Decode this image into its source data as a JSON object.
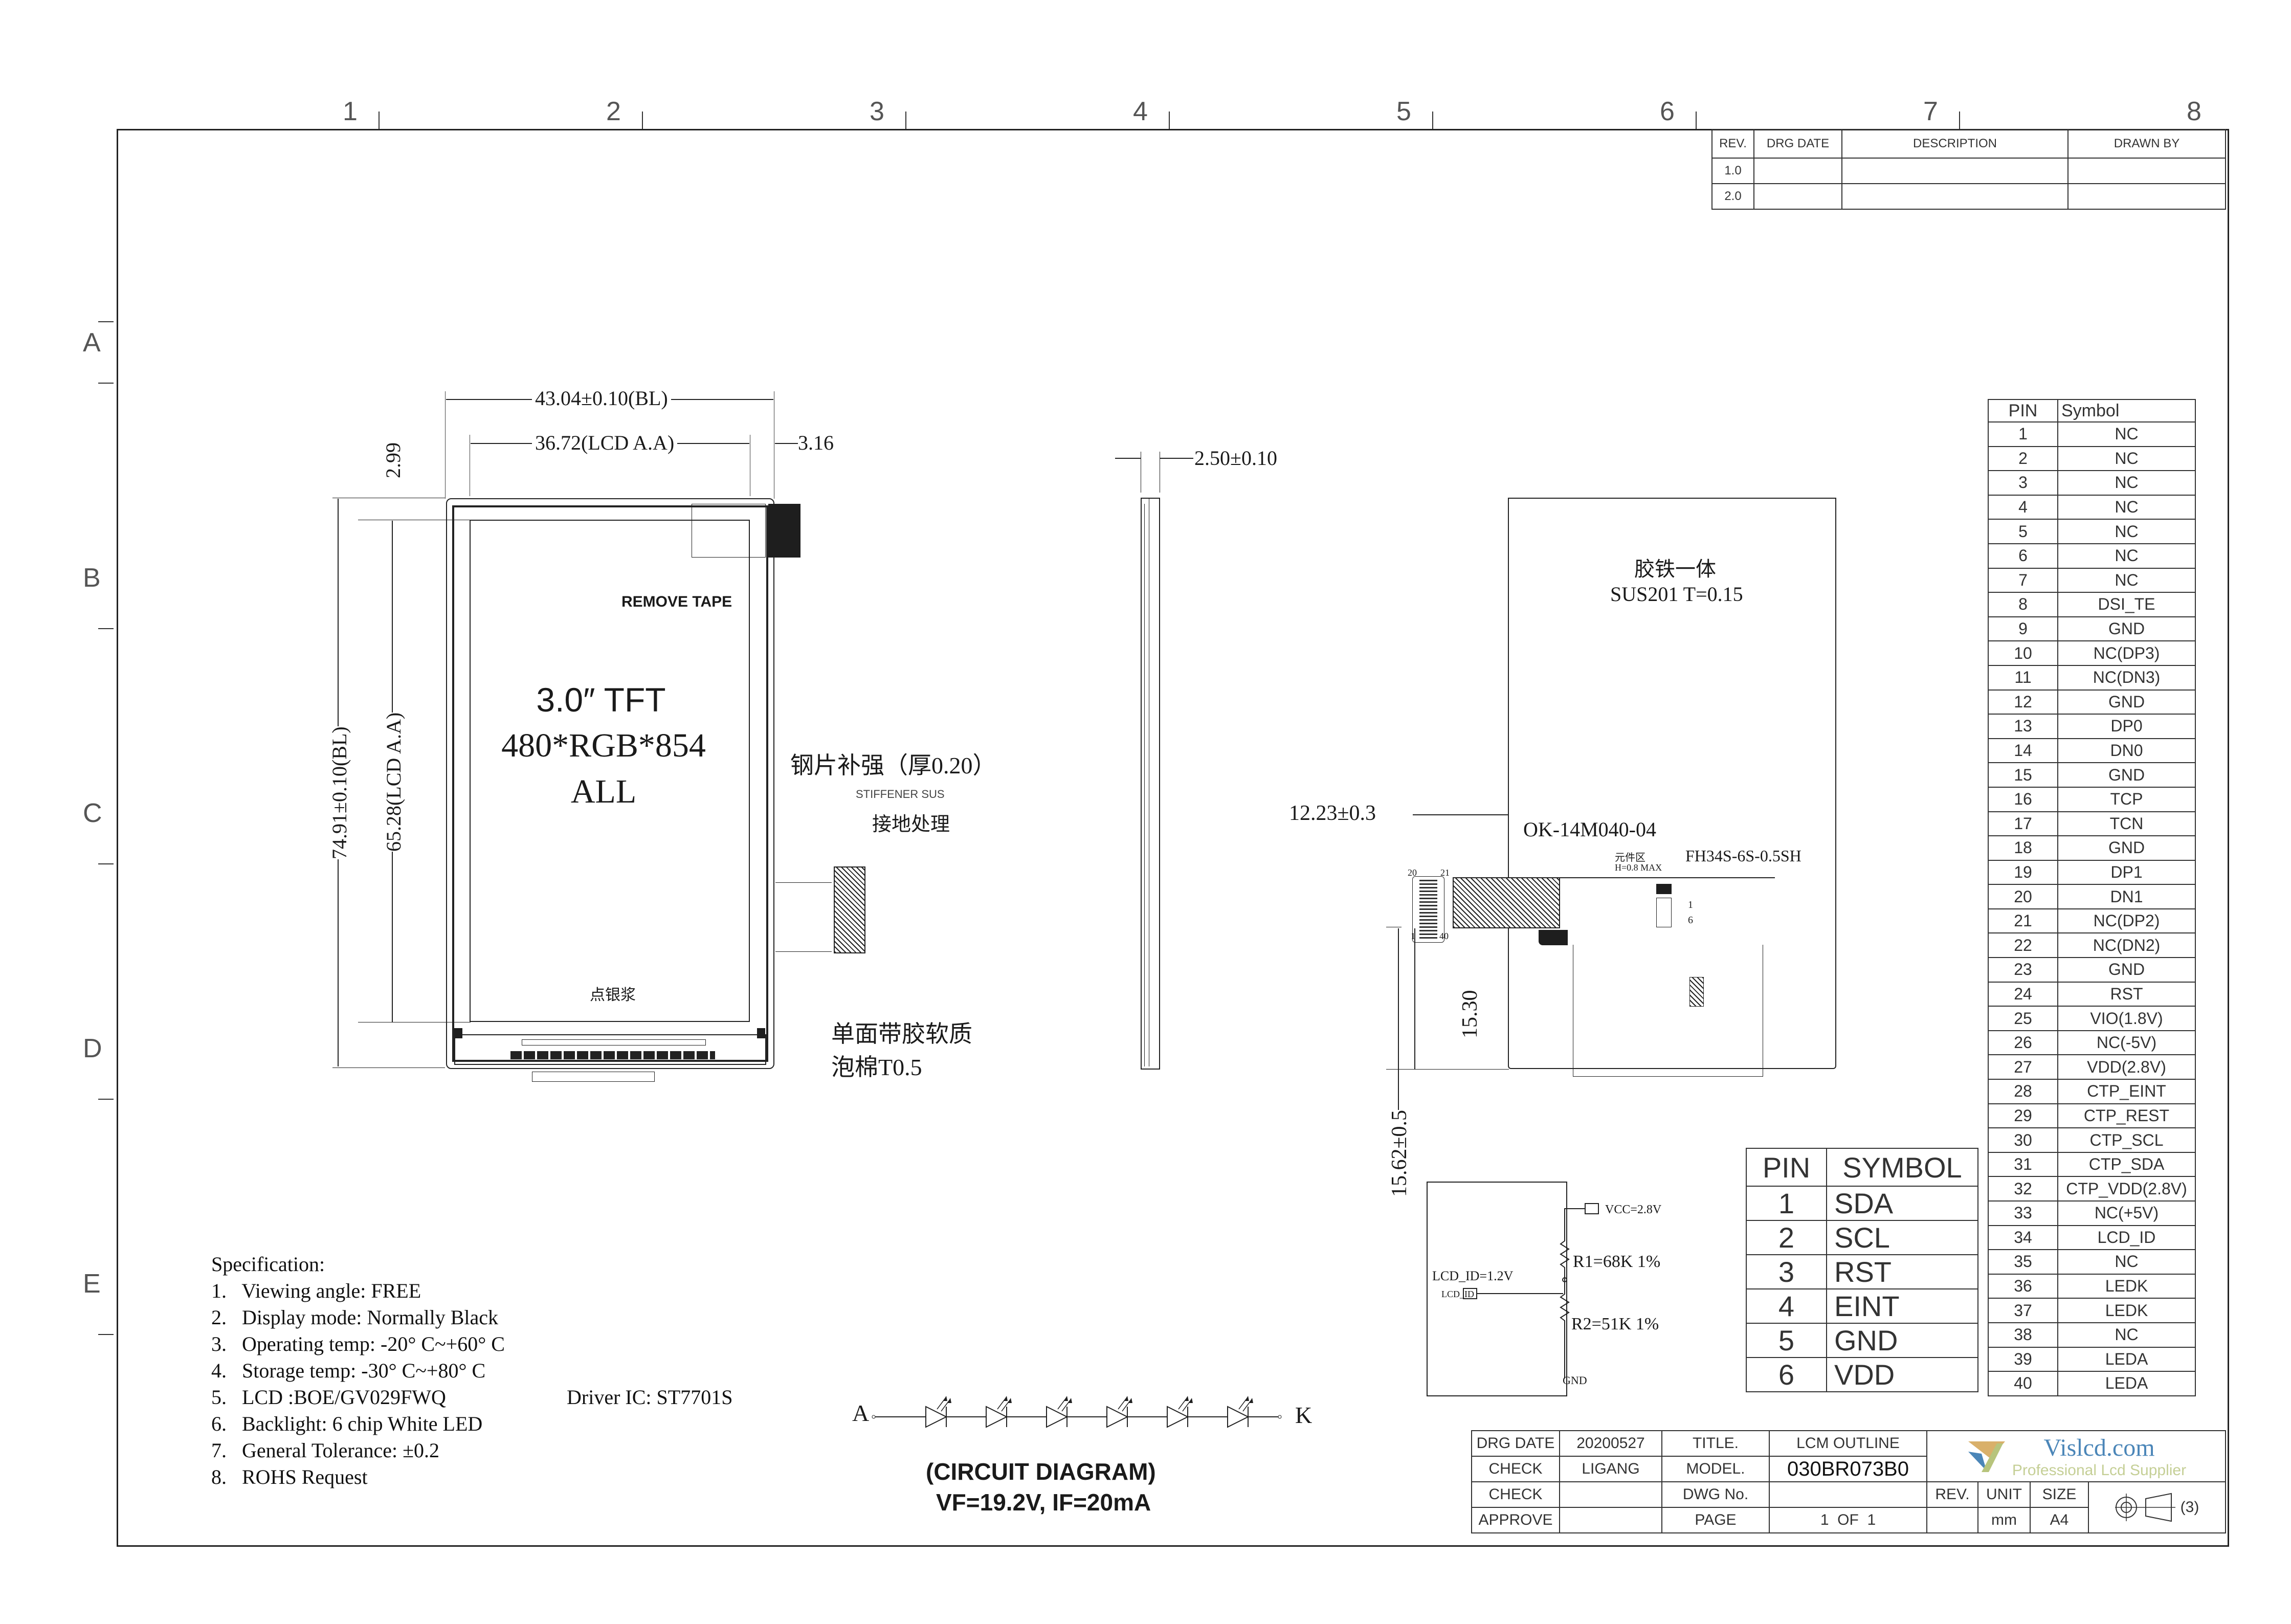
{
  "grid": {
    "columns": [
      "1",
      "2",
      "3",
      "4",
      "5",
      "6",
      "7",
      "8"
    ],
    "rows": [
      "A",
      "B",
      "C",
      "D",
      "E"
    ]
  },
  "revision_table": {
    "headers": [
      "REV.",
      "DRG DATE",
      "DESCRIPTION",
      "DRAWN BY"
    ],
    "rows": [
      {
        "rev": "1.0",
        "date": "",
        "description": "",
        "drawn_by": ""
      },
      {
        "rev": "2.0",
        "date": "",
        "description": "",
        "drawn_by": ""
      }
    ]
  },
  "front_view": {
    "dim_width_bl": "43.04±0.10(BL)",
    "dim_width_aa": "36.72(LCD A.A)",
    "dim_right_margin": "3.16",
    "dim_top_margin": "2.99",
    "dim_height_bl": "74.91±0.10(BL)",
    "dim_height_aa": "65.28(LCD A.A)",
    "remove_tape": "REMOVE TAPE",
    "title_line1": "3.0″ TFT",
    "title_line2": "480*RGB*854",
    "title_line3": "ALL",
    "silver_paste": "点银浆",
    "stiffener_cn": "钢片补强（厚0.20）",
    "stiffener_en": "STIFFENER SUS",
    "grounding": "接地处理",
    "foam_line1": "单面带胶软质",
    "foam_line2": "泡棉T0.5"
  },
  "side_view": {
    "dim_thickness": "2.50±0.10"
  },
  "back_view": {
    "label_cn": "胶铁一体",
    "label_material": "SUS201 T=0.15",
    "dim_offset": "12.23±0.3",
    "connector_main": "OK-14M040-04",
    "component_area": "元件区",
    "component_height": "H=0.8 MAX",
    "connector_ctp": "FH34S-6S-0.5SH",
    "pin_20": "20",
    "pin_21": "21",
    "pin_1": "1",
    "pin_40": "40",
    "ctp_pin_1": "1",
    "ctp_pin_6": "6",
    "dim_15_30": "15.30",
    "dim_15_62": "15.62±0.5"
  },
  "pin_table": {
    "headers": [
      "PIN",
      "Symbol"
    ],
    "rows": [
      [
        "1",
        "NC"
      ],
      [
        "2",
        "NC"
      ],
      [
        "3",
        "NC"
      ],
      [
        "4",
        "NC"
      ],
      [
        "5",
        "NC"
      ],
      [
        "6",
        "NC"
      ],
      [
        "7",
        "NC"
      ],
      [
        "8",
        "DSI_TE"
      ],
      [
        "9",
        "GND"
      ],
      [
        "10",
        "NC(DP3)"
      ],
      [
        "11",
        "NC(DN3)"
      ],
      [
        "12",
        "GND"
      ],
      [
        "13",
        "DP0"
      ],
      [
        "14",
        "DN0"
      ],
      [
        "15",
        "GND"
      ],
      [
        "16",
        "TCP"
      ],
      [
        "17",
        "TCN"
      ],
      [
        "18",
        "GND"
      ],
      [
        "19",
        "DP1"
      ],
      [
        "20",
        "DN1"
      ],
      [
        "21",
        "NC(DP2)"
      ],
      [
        "22",
        "NC(DN2)"
      ],
      [
        "23",
        "GND"
      ],
      [
        "24",
        "RST"
      ],
      [
        "25",
        "VIO(1.8V)"
      ],
      [
        "26",
        "NC(-5V)"
      ],
      [
        "27",
        "VDD(2.8V)"
      ],
      [
        "28",
        "CTP_EINT"
      ],
      [
        "29",
        "CTP_REST"
      ],
      [
        "30",
        "CTP_SCL"
      ],
      [
        "31",
        "CTP_SDA"
      ],
      [
        "32",
        "CTP_VDD(2.8V)"
      ],
      [
        "33",
        "NC(+5V)"
      ],
      [
        "34",
        "LCD_ID"
      ],
      [
        "35",
        "NC"
      ],
      [
        "36",
        "LEDK"
      ],
      [
        "37",
        "LEDK"
      ],
      [
        "38",
        "NC"
      ],
      [
        "39",
        "LEDA"
      ],
      [
        "40",
        "LEDA"
      ]
    ]
  },
  "ctp_pin_table": {
    "headers": [
      "PIN",
      "SYMBOL"
    ],
    "rows": [
      [
        "1",
        "SDA"
      ],
      [
        "2",
        "SCL"
      ],
      [
        "3",
        "RST"
      ],
      [
        "4",
        "EINT"
      ],
      [
        "5",
        "GND"
      ],
      [
        "6",
        "VDD"
      ]
    ]
  },
  "id_circuit": {
    "vcc": "VCC=2.8V",
    "r1": "R1=68K 1%",
    "r2": "R2=51K 1%",
    "lcd_id_value": "LCD_ID=1.2V",
    "lcd_id_port": "LCD_ID",
    "gnd": "GND"
  },
  "specification": {
    "title": "Specification:",
    "items": [
      "1.   Viewing angle: FREE",
      "2.   Display mode: Normally Black",
      "3.   Operating temp: -20° C~+60° C",
      "4.   Storage temp: -30° C~+80° C",
      "5.   LCD :BOE/GV029FWQ",
      "6.   Backlight: 6 chip White LED",
      "7.   General Tolerance: ±0.2",
      "8.   ROHS Request"
    ],
    "driver_ic": "Driver IC: ST7701S"
  },
  "led_circuit": {
    "anode": "A",
    "cathode": "K",
    "led_count": 6,
    "caption": "(CIRCUIT  DIAGRAM)",
    "rating": "VF=19.2V, IF=20mA"
  },
  "title_block": {
    "drg_date_label": "DRG DATE",
    "drg_date": "20200527",
    "title_label": "TITLE.",
    "title": "LCM OUTLINE",
    "check_label": "CHECK",
    "checker": "LIGANG",
    "model_label": "MODEL.",
    "model": "030BR073B0",
    "check2_label": "CHECK",
    "dwg_no_label": "DWG No.",
    "approve_label": "APPROVE",
    "page_label": "PAGE",
    "page": "1  OF  1",
    "rev_label": "REV.",
    "unit_label": "UNIT",
    "unit": "mm",
    "size_label": "SIZE",
    "size": "A4",
    "projection": "(3)",
    "logo_name": "Vislcd.com",
    "logo_tagline": "Professional Lcd Supplier",
    "logo_colors": {
      "gold": "#d9b06a",
      "blue": "#4b86b8",
      "green": "#b7c47c"
    }
  }
}
